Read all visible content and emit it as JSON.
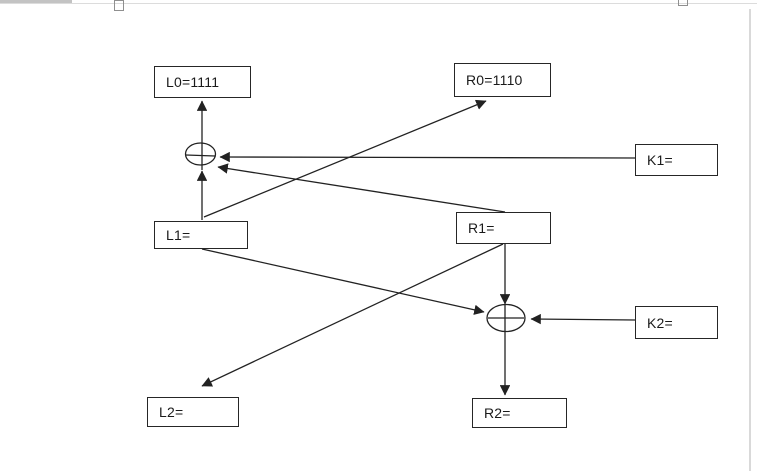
{
  "nodes": {
    "L0": {
      "label": "L0=1111"
    },
    "R0": {
      "label": "R0=1110"
    },
    "K1": {
      "label": "K1="
    },
    "L1": {
      "label": "L1="
    },
    "R1": {
      "label": "R1="
    },
    "K2": {
      "label": "K2="
    },
    "L2": {
      "label": "L2="
    },
    "R2": {
      "label": "R2="
    }
  },
  "icons": {
    "xor1": "xor-circle-plus",
    "xor2": "xor-circle-plus",
    "handles": "canvas-resize-handle"
  },
  "colors": {
    "line": "#222222",
    "box_border": "#262626",
    "text": "#1a1a1a",
    "chrome_gray": "#c3c3c3",
    "page_line": "#dcdcdc",
    "handle_border": "#8f8f8f",
    "background": "#ffffff"
  }
}
